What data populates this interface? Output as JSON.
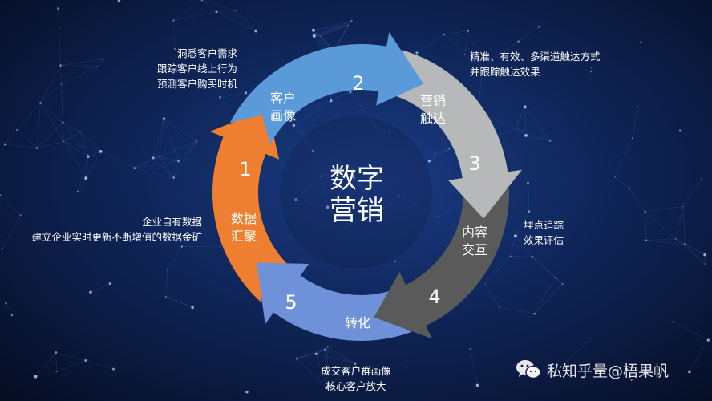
{
  "center": {
    "line1": "数字",
    "line2": "营销"
  },
  "segments": [
    {
      "num": "1",
      "label1": "数据",
      "label2": "汇聚",
      "color": "#ef7f30"
    },
    {
      "num": "2",
      "label1": "客户",
      "label2": "画像",
      "color": "#5b9ad8"
    },
    {
      "num": "3",
      "label1": "营销",
      "label2": "触达",
      "color": "#b7b8b9"
    },
    {
      "num": "4",
      "label1": "内容",
      "label2": "交互",
      "color": "#5a5a5a"
    },
    {
      "num": "5",
      "label1": "转化",
      "label2": "",
      "color": "#6f91d9"
    }
  ],
  "notes": {
    "top_left": [
      "洞悉客户需求",
      "跟踪客户线上行为",
      "预测客户购买时机"
    ],
    "top_right": [
      "精准、有效、多渠道触达方式",
      "并跟踪触达效果"
    ],
    "right": [
      "埋点追踪",
      "效果评估"
    ],
    "left": [
      "企业自有数据",
      "建立企业实时更新不断增值的数据金矿"
    ],
    "bottom": [
      "成交客户群画像",
      "核心客户放大"
    ]
  },
  "watermark": {
    "text": "私知乎量@梧果帆",
    "icon": "wechat-icon"
  }
}
